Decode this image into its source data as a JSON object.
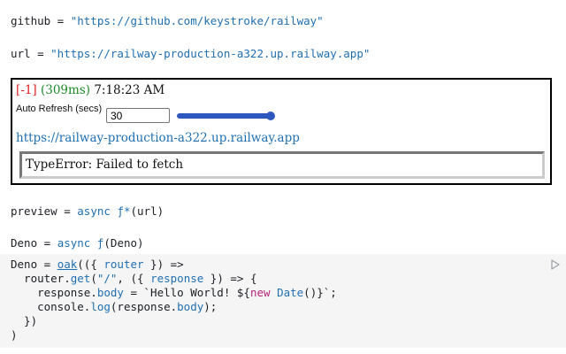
{
  "cells": {
    "github": {
      "name": "github",
      "op": " = ",
      "value": "\"https://github.com/keystroke/railway\""
    },
    "url": {
      "name": "url",
      "op": " = ",
      "value": "\"https://railway-production-a322.up.railway.app\""
    },
    "preview": {
      "name": "preview",
      "op": " = ",
      "kw": "async",
      "fn": "ƒ*",
      "args": "(url)"
    },
    "deno": {
      "name": "Deno",
      "op": " = ",
      "kw": "async",
      "fn": "ƒ",
      "args": "(Deno)"
    }
  },
  "widget": {
    "status_count": "[-1]",
    "status_ms": "(309ms)",
    "status_time": "7:18:23 AM",
    "refresh_label": "Auto Refresh (secs)",
    "refresh_value": "30",
    "slider_fraction": 1.0,
    "url": "https://railway-production-a322.up.railway.app",
    "error": "TypeError: Failed to fetch"
  },
  "code": {
    "l1_a": "Deno = ",
    "l1_fn": "oak",
    "l1_b": "(({ ",
    "l1_prop": "router",
    "l1_c": " }) =>",
    "l2_a": "  router.",
    "l2_fn": "get",
    "l2_b": "(",
    "l2_str": "\"/\"",
    "l2_c": ", ({ ",
    "l2_prop": "response",
    "l2_d": " }) => {",
    "l3_a": "    response.",
    "l3_prop": "body",
    "l3_b": " = `Hello World! ${",
    "l3_kw": "new",
    "l3_c": " ",
    "l3_fn": "Date",
    "l3_d": "()}`;",
    "l4_a": "    console.",
    "l4_fn": "log",
    "l4_b": "(response.",
    "l4_prop": "body",
    "l4_c": ");",
    "l5": "  })",
    "l6": ")"
  },
  "icons": {
    "run": "play-icon"
  },
  "colors": {
    "accent": "#1f6fb1",
    "slider": "#2f58bf",
    "error_red": "#e02020",
    "ok_green": "#1d8a2a",
    "keyword": "#b8227a"
  }
}
